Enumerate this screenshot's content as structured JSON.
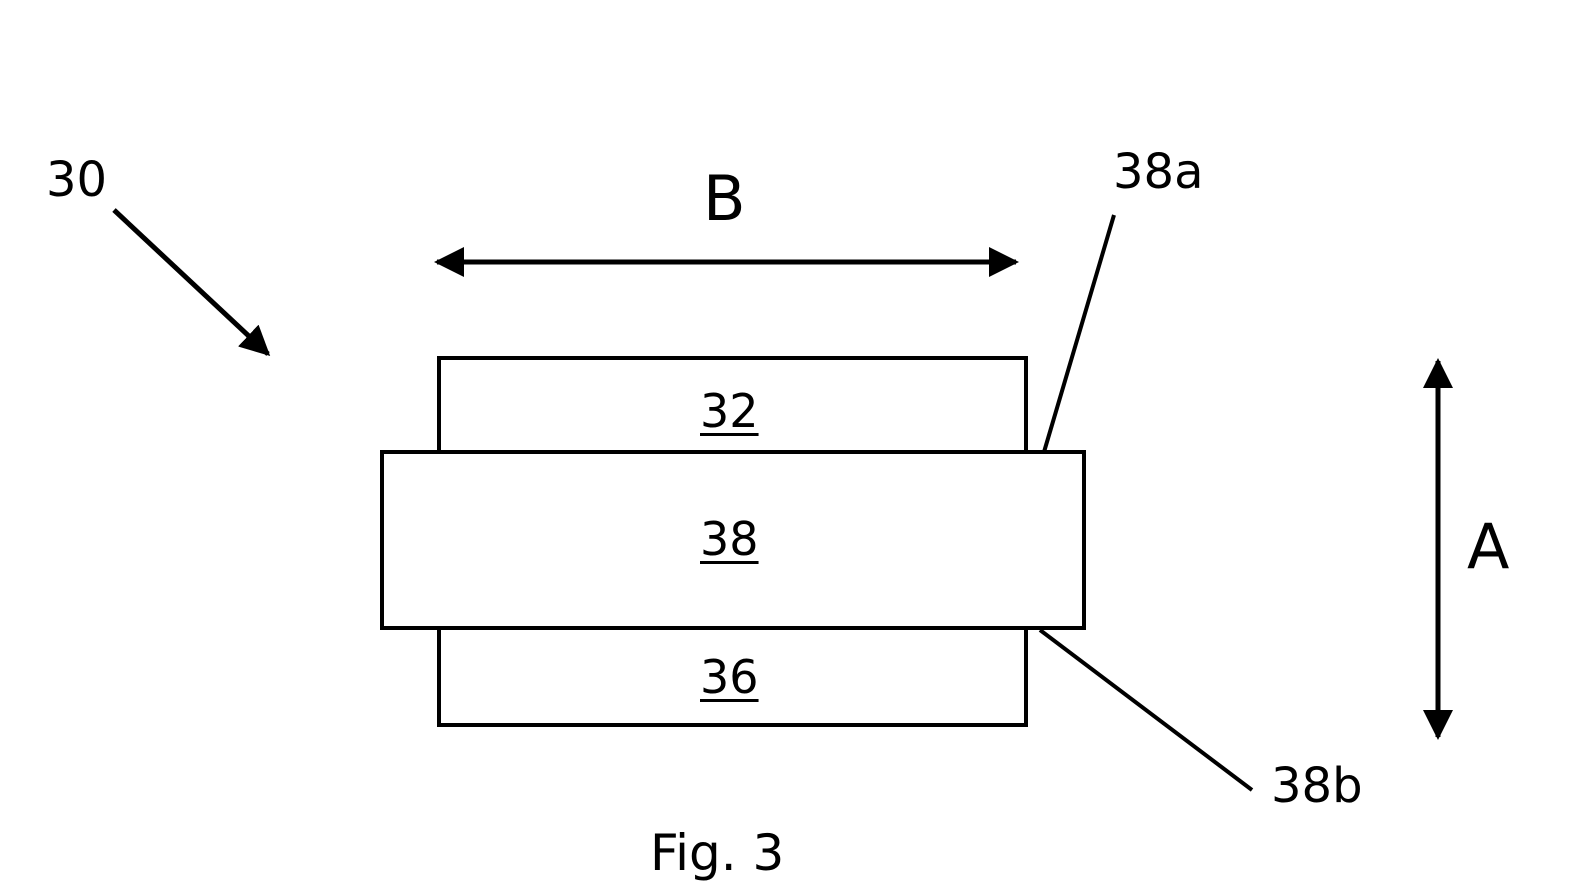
{
  "labels": {
    "assembly": "30",
    "layer_top": "32",
    "layer_middle": "38",
    "layer_bottom": "36",
    "edge_top": "38a",
    "edge_bottom": "38b",
    "dim_width": "B",
    "dim_height": "A"
  },
  "caption": "Fig. 3",
  "colors": {
    "stroke": "#000000",
    "background": "#ffffff"
  }
}
